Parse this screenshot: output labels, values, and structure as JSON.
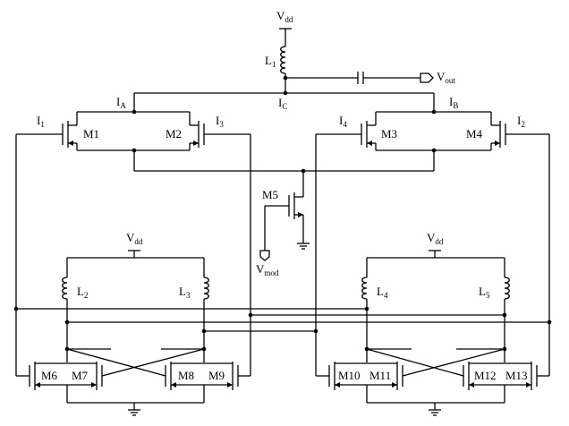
{
  "labels": {
    "vdd_top": "V",
    "vdd_top_sub": "dd",
    "l1": "L",
    "l1_sub": "1",
    "vout": "V",
    "vout_sub": "out",
    "ia": "I",
    "ia_sub": "A",
    "ib": "I",
    "ib_sub": "B",
    "ic": "I",
    "ic_sub": "C",
    "i1": "I",
    "i1_sub": "1",
    "i2": "I",
    "i2_sub": "2",
    "i3": "I",
    "i3_sub": "3",
    "i4": "I",
    "i4_sub": "4",
    "m1": "M1",
    "m2": "M2",
    "m3": "M3",
    "m4": "M4",
    "m5": "M5",
    "m6": "M6",
    "m7": "M7",
    "m8": "M8",
    "m9": "M9",
    "m10": "M10",
    "m11": "M11",
    "m12": "M12",
    "m13": "M13",
    "vmod": "V",
    "vmod_sub": "mod",
    "vdd_l": "V",
    "vdd_l_sub": "dd",
    "vdd_r": "V",
    "vdd_r_sub": "dd",
    "l2": "L",
    "l2_sub": "2",
    "l3": "L",
    "l3_sub": "3",
    "l4": "L",
    "l4_sub": "4",
    "l5": "L",
    "l5_sub": "5"
  }
}
